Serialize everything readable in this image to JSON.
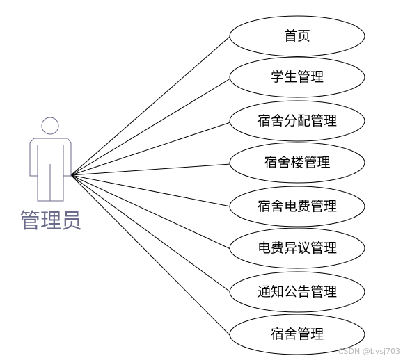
{
  "actor": {
    "label": "管理员",
    "icon": "person-icon",
    "color": "#6a6a8a"
  },
  "use_cases": [
    {
      "label": "首页"
    },
    {
      "label": "学生管理"
    },
    {
      "label": "宿舍分配管理"
    },
    {
      "label": "宿舍楼管理"
    },
    {
      "label": "宿舍电费管理"
    },
    {
      "label": "电费异议管理"
    },
    {
      "label": "通知公告管理"
    },
    {
      "label": "宿舍管理"
    }
  ],
  "watermark": "CSDN @bysj703"
}
